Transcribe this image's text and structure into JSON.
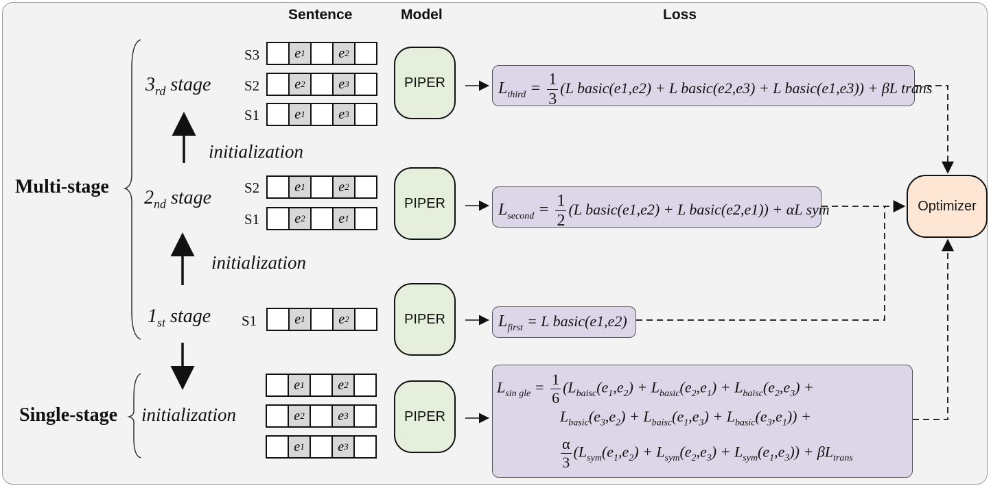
{
  "headers": {
    "sentence": "Sentence",
    "model": "Model",
    "loss": "Loss"
  },
  "groups": {
    "multi": "Multi-stage",
    "single": "Single-stage"
  },
  "stages": {
    "third": {
      "num": "3",
      "sup": "rd",
      "word": "stage"
    },
    "second": {
      "num": "2",
      "sup": "nd",
      "word": "stage"
    },
    "first": {
      "num": "1",
      "sup": "st",
      "word": "stage"
    }
  },
  "initialization": "initialization",
  "sentence_labels": {
    "s1": "S1",
    "s2": "S2",
    "s3": "S3"
  },
  "entities": {
    "e1": "e1",
    "e2": "e2",
    "e3": "e3"
  },
  "model_name": "PIPER",
  "optimizer": "Optimizer",
  "losses": {
    "third": {
      "name": "L",
      "sub": "third",
      "frac_num": "1",
      "frac_den": "3",
      "body": "(L basic(e1,e2) + L basic(e2,e3) + L basic(e1,e3)) + βL trans"
    },
    "second": {
      "name": "L",
      "sub": "second",
      "frac_num": "1",
      "frac_den": "2",
      "body": "(L basic(e1,e2) + L basic(e2,e1)) + αL sym"
    },
    "first": {
      "name": "L",
      "sub": "first",
      "body": "= L basic(e1,e2)"
    },
    "single": {
      "name": "L",
      "sub": "sin gle",
      "frac_num": "1",
      "frac_den": "6",
      "alpha_num": "α",
      "alpha_den": "3"
    }
  },
  "colors": {
    "model_fill": "#e6efdc",
    "loss_fill": "#ddd6e8",
    "optimizer_fill": "#fde6d4",
    "entity_fill": "#d8d8d8",
    "frame_fill": "#f3f3f3"
  }
}
